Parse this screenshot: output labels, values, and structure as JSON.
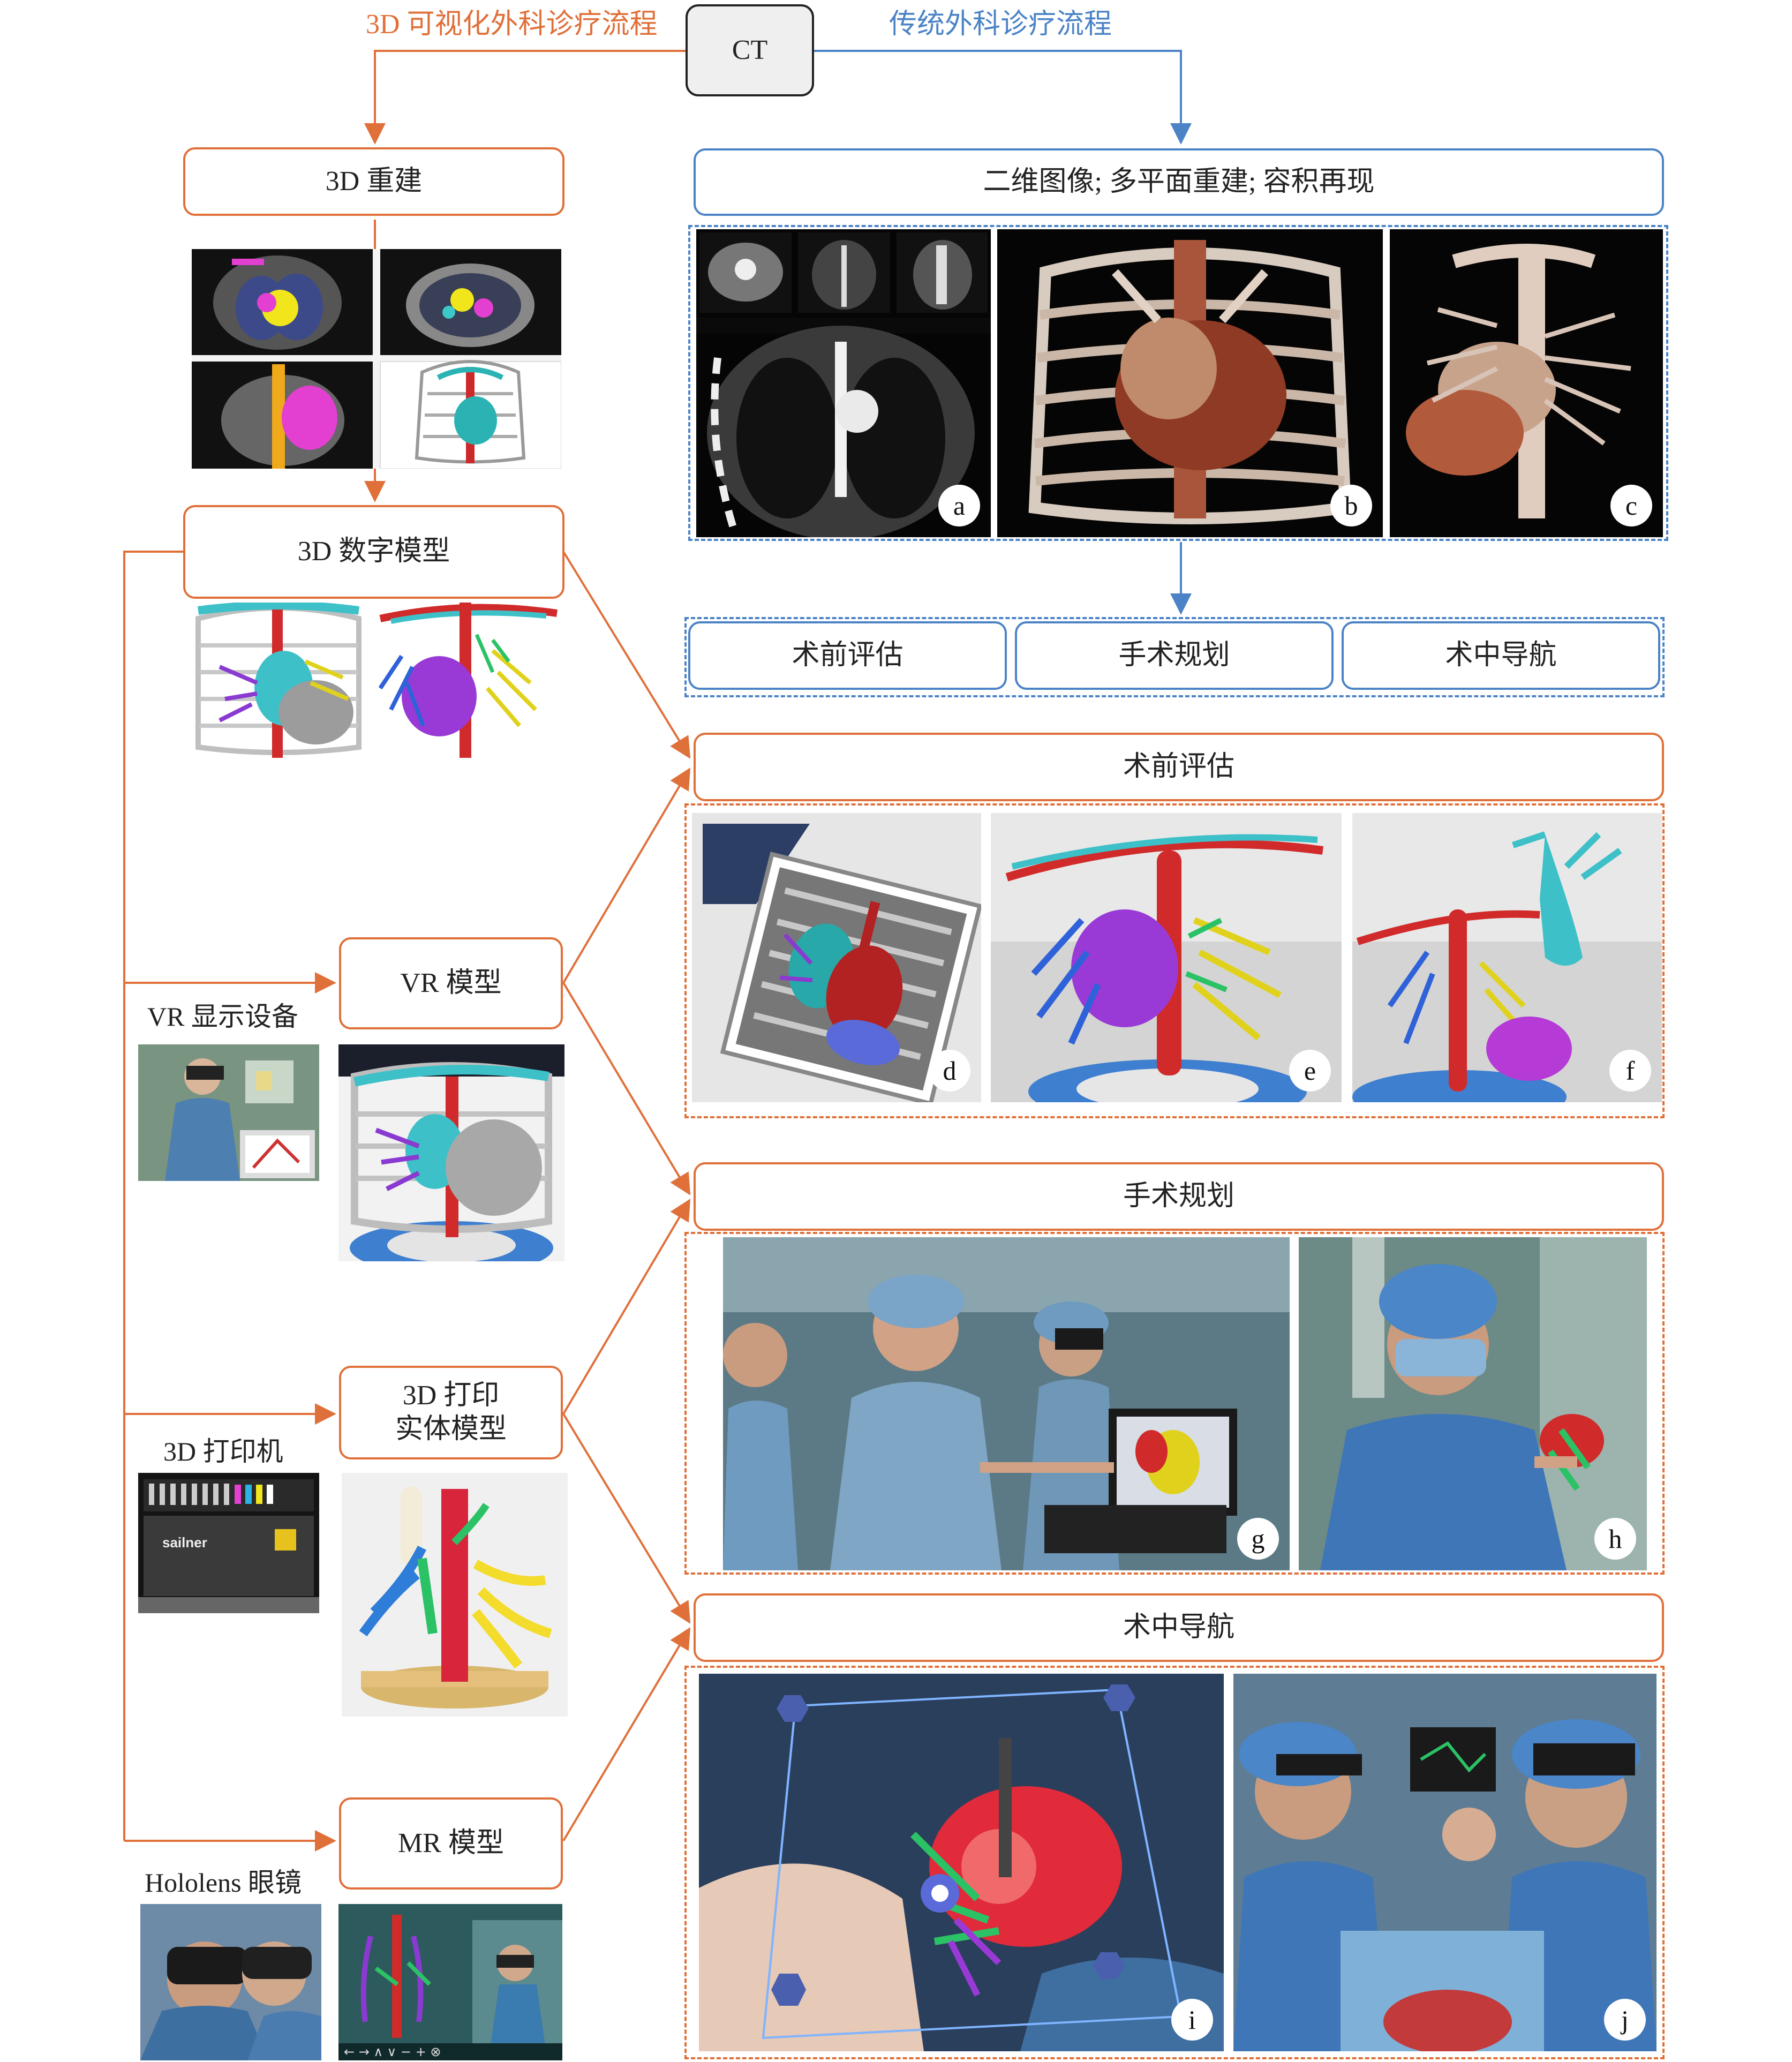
{
  "headers": {
    "left_flow": "3D 可视化外科诊疗流程",
    "right_flow": "传统外科诊疗流程",
    "left_color": "#e0703a",
    "right_color": "#4b83c6"
  },
  "nodes": {
    "ct": "CT",
    "recon3d": "3D 重建",
    "digital_model": "3D 数字模型",
    "vr_model": "VR 模型",
    "print_model": "3D 打印\n实体模型",
    "mr_model": "MR 模型",
    "traditional_imaging": "二维图像; 多平面重建; 容积再现",
    "trad_pre_eval": "术前评估",
    "trad_planning": "手术规划",
    "trad_navigation": "术中导航",
    "pre_eval": "术前评估",
    "planning": "手术规划",
    "navigation": "术中导航"
  },
  "device_labels": {
    "vr_device": "VR 显示设备",
    "printer": "3D 打印机",
    "hololens": "Hololens 眼镜"
  },
  "panel_letters": [
    "a",
    "b",
    "c",
    "d",
    "e",
    "f",
    "g",
    "h",
    "i",
    "j"
  ],
  "printer_brand": "sailner"
}
